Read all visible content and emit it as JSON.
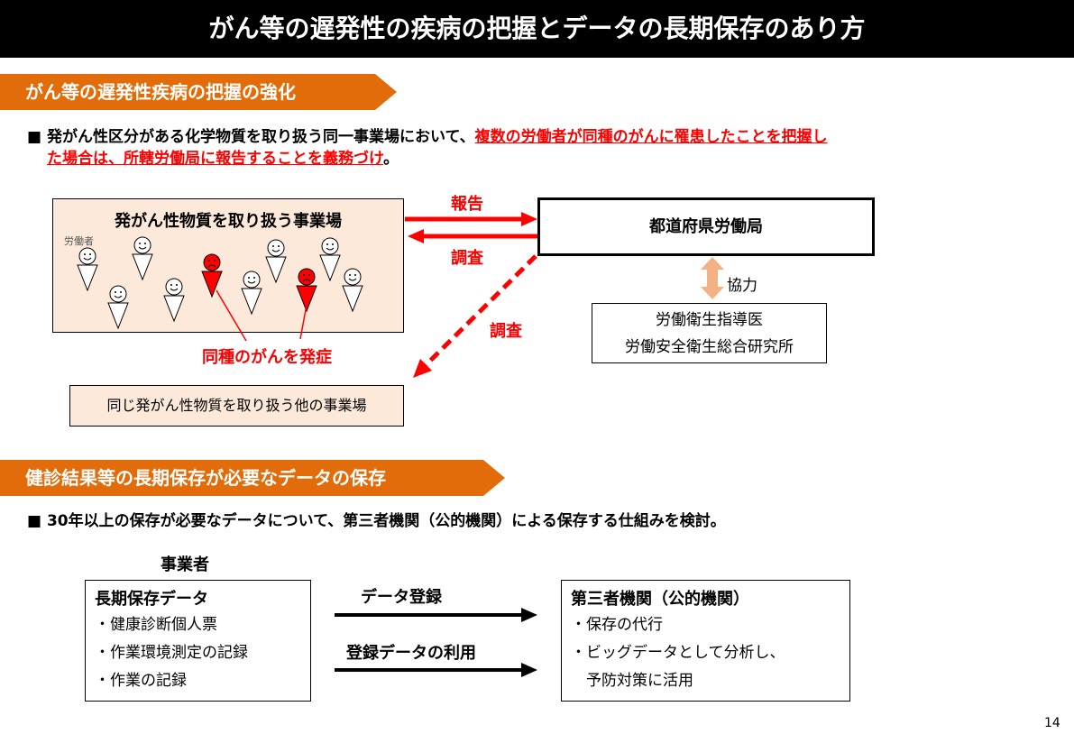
{
  "title": "がん等の遅発性の疾病の把握とデータの長期保存のあり方",
  "section1": {
    "heading": "がん等の遅発性疾病の把握の強化",
    "bullet_prefix": "■ 発がん性区分がある化学物質を取り扱う同一事業場において、",
    "bullet_red_line1": "複数の労働者が同種のがんに罹患したことを把握し",
    "bullet_red_line2": "た場合は、所轄労働局に報告することを義務づけ",
    "bullet_end": "。",
    "workplace_title": "発がん性物質を取り扱う事業場",
    "workers_label": "労働者",
    "same_cancer_label": "同種のがんを発症",
    "report_label": "報告",
    "investigate_label": "調査",
    "investigate_label2": "調査",
    "bureau": "都道府県労働局",
    "cooperation": "協力",
    "partners_line1": "労働衛生指導医",
    "partners_line2": "労働安全衛生総合研究所",
    "other_workplaces": "同じ発がん性物質を取り扱う他の事業場"
  },
  "section2": {
    "heading": "健診結果等の長期保存が必要なデータの保存",
    "bullet": "■ 30年以上の保存が必要なデータについて、第三者機関（公的機関）による保存する仕組みを検討。",
    "employer_label": "事業者",
    "left_box": {
      "title": "長期保存データ",
      "items": [
        "・健康診断個人票",
        "・作業環境測定の記録",
        "・作業の記録"
      ]
    },
    "arrow1": "データ登録",
    "arrow2": "登録データの利用",
    "right_box": {
      "title": "第三者機関（公的機関）",
      "items": [
        "・保存の代行",
        "・ビッグデータとして分析し、",
        "　予防対策に活用"
      ]
    }
  },
  "page_number": "14",
  "colors": {
    "accent": "#E36C0A",
    "red": "#FF0000",
    "peach": "#FDE9D9"
  }
}
